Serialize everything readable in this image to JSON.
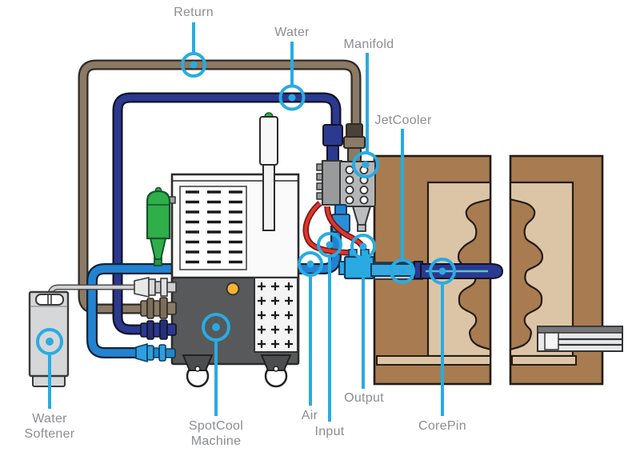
{
  "labels": {
    "return": "Return",
    "water": "Water",
    "manifold": "Manifold",
    "jetcooler": "JetCooler",
    "air": "Air",
    "input": "Input",
    "output": "Output",
    "corepin": "CorePin",
    "spotcool_machine_line1": "SpotCool",
    "spotcool_machine_line2": "Machine",
    "water_softener_line1": "Water",
    "water_softener_line2": "Softener"
  },
  "colors": {
    "callout_blue": "#29abe2",
    "label_gray": "#8b8d90",
    "return_hose_brown": "#8a7a66",
    "water_hose_navy": "#2b3990",
    "supply_hose_blue": "#2383d2",
    "air_tube_red": "#d8382f",
    "mold_outer_brown": "#a87c50",
    "mold_cavity_tan": "#dcc5a7",
    "machine_body_gray": "#58595b",
    "filter_bottle_green": "#2fae49",
    "power_button_yellow": "#f9b233"
  }
}
